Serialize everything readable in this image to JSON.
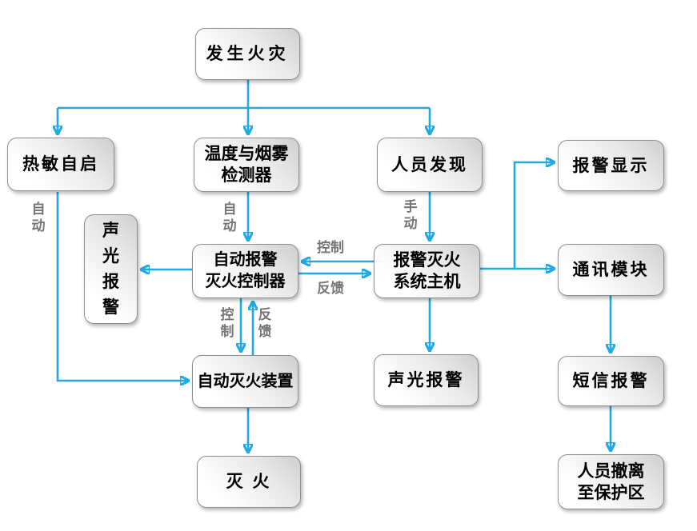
{
  "colors": {
    "arrow": "#22a9e2",
    "node_border": "#8f8f8f",
    "node_fill_top": "#cfcfcf",
    "node_fill_bottom": "#ffffff",
    "edge_label_text": "#757575",
    "node_text": "#000000"
  },
  "nodes": {
    "fire_occurs": {
      "label": "发生火灾"
    },
    "thermal_self_start": {
      "label": "热敏自启"
    },
    "temp_smoke_detector": {
      "label": "温度与烟雾\n检测器"
    },
    "personnel_discovery": {
      "label": "人员发现"
    },
    "alarm_display": {
      "label": "报警显示"
    },
    "sound_light_alarm_left": {
      "label": "声\n光\n报\n警"
    },
    "auto_alarm_controller": {
      "label": "自动报警\n灭火控制器"
    },
    "alarm_host": {
      "label": "报警灭火\n系统主机"
    },
    "comm_module": {
      "label": "通讯模块"
    },
    "auto_extinguish_device": {
      "label": "自动灭火装置"
    },
    "sound_light_alarm_mid": {
      "label": "声光报警"
    },
    "sms_alarm": {
      "label": "短信报警"
    },
    "extinguish": {
      "label": "灭 火"
    },
    "evacuate": {
      "label": "人员撤离\n至保护区"
    }
  },
  "edge_labels": {
    "auto_left": "自\n动",
    "auto_mid": "自\n动",
    "manual": "手\n动",
    "control_h": "控制",
    "feedback_h": "反馈",
    "control_v": "控\n制",
    "feedback_v": "反\n馈"
  }
}
